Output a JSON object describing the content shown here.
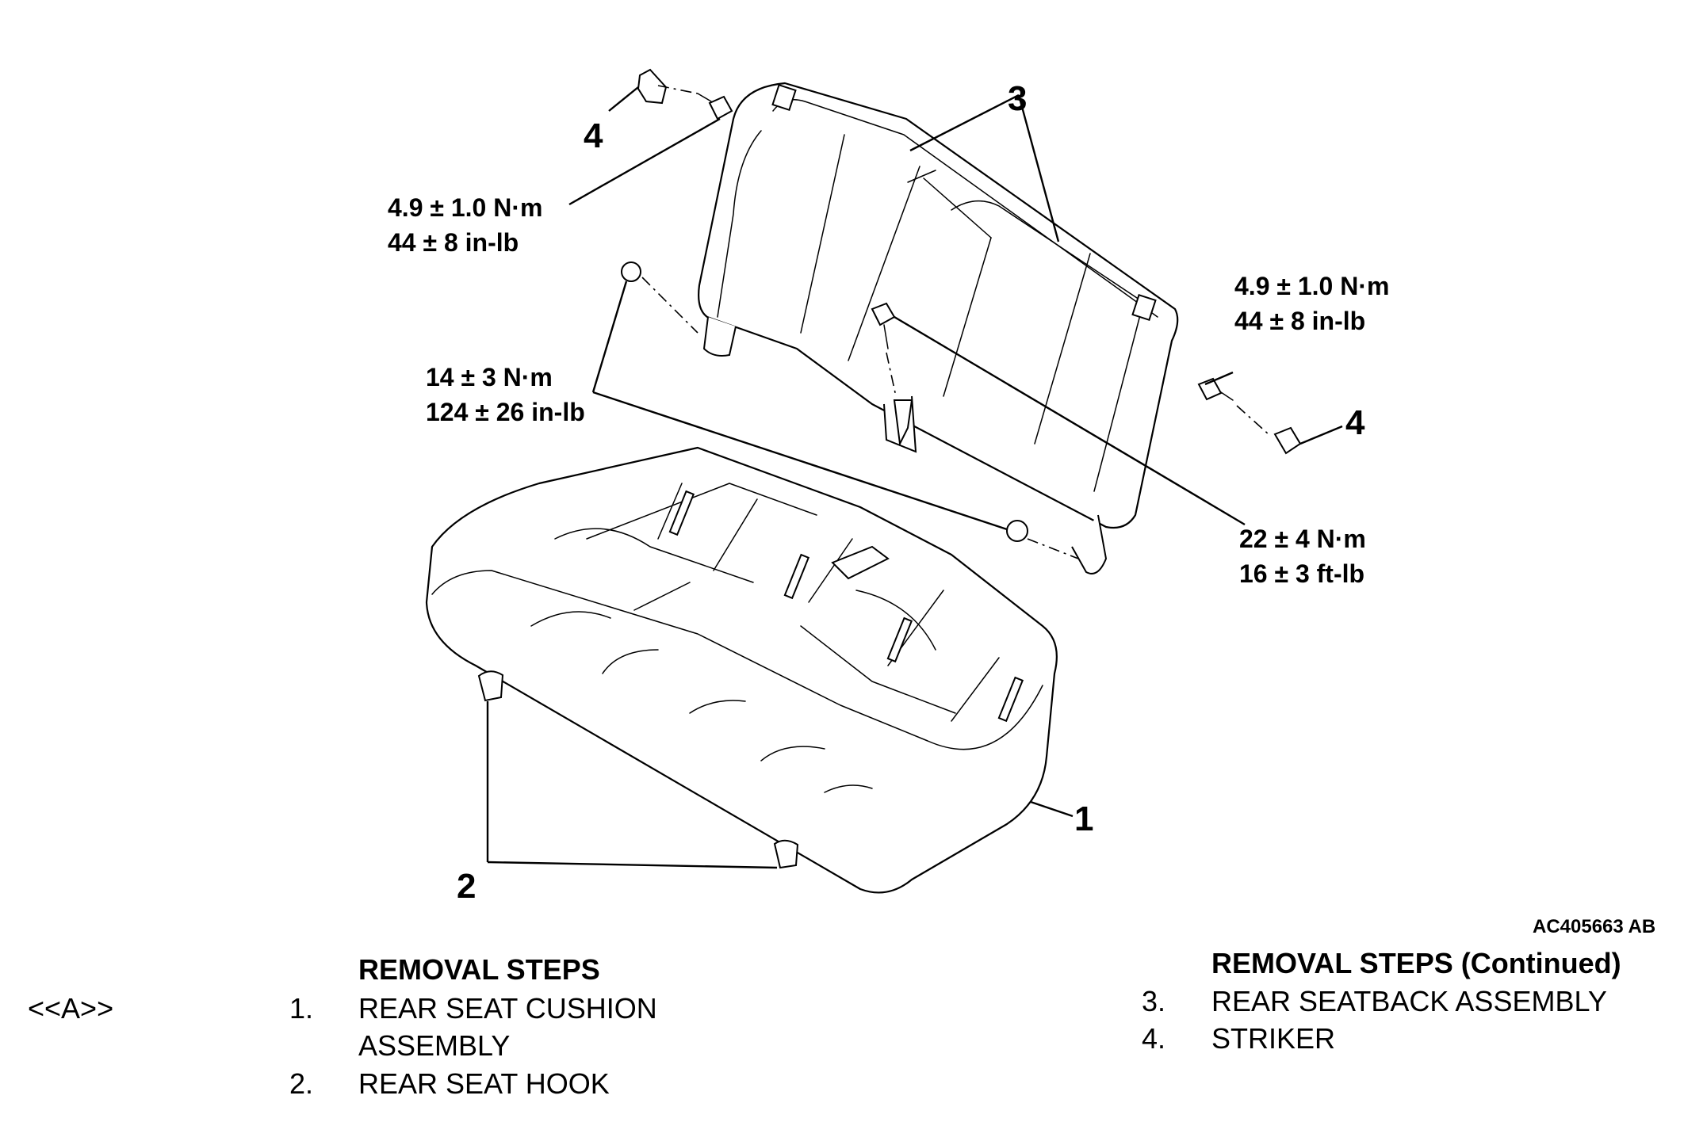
{
  "diagram": {
    "callouts": {
      "seat_cushion": "1",
      "seat_hook": "2",
      "seatback": "3",
      "striker_left": "4",
      "striker_right": "4"
    },
    "torques": {
      "striker_left": [
        "4.9 ± 1.0 N·m",
        "44 ± 8 in-lb"
      ],
      "striker_right": [
        "4.9 ± 1.0 N·m",
        "44 ± 8 in-lb"
      ],
      "seatback_nut": [
        "14 ± 3 N·m",
        "124 ± 26 in-lb"
      ],
      "seatback_bolt": [
        "22 ± 4 N·m",
        "16 ± 3 ft-lb"
      ]
    },
    "figure_code": "AC405663 AB"
  },
  "removal_steps": {
    "reference_mark": "<<A>>",
    "left": {
      "title": "REMOVAL STEPS",
      "steps": [
        {
          "number": "1.",
          "text": "REAR SEAT CUSHION",
          "text_cont": "ASSEMBLY"
        },
        {
          "number": "2.",
          "text": "REAR SEAT HOOK"
        }
      ]
    },
    "right": {
      "title": "REMOVAL STEPS (Continued)",
      "steps": [
        {
          "number": "3.",
          "text": "REAR SEATBACK ASSEMBLY"
        },
        {
          "number": "4.",
          "text": "STRIKER"
        }
      ]
    }
  }
}
